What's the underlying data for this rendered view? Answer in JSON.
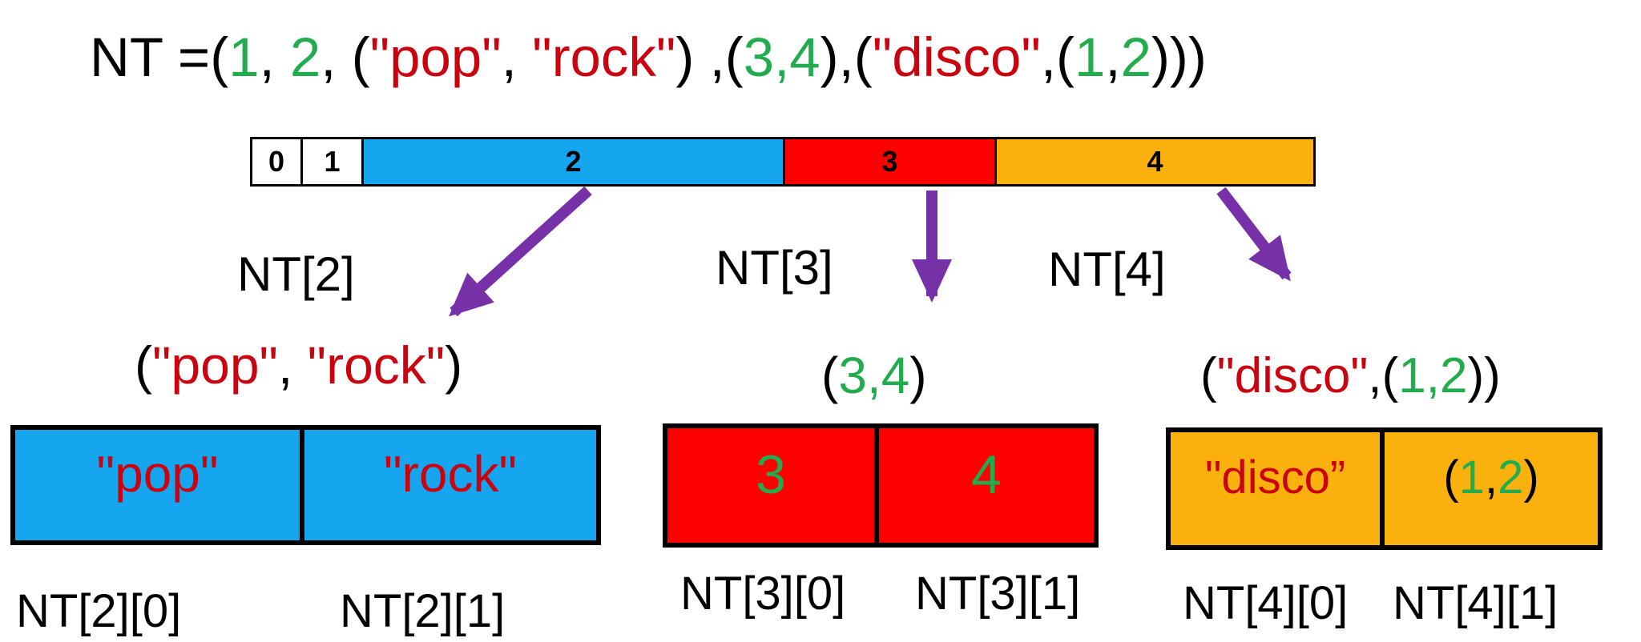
{
  "colors": {
    "cell_blue": "#16A6F0",
    "cell_red": "#FF0000",
    "cell_orange": "#FBB10D",
    "arrow_purple": "#7630A8",
    "text_green": "#22AC4E",
    "text_red": "#C90310",
    "text_black": "#000000",
    "background": "#FFFFFF"
  },
  "title": {
    "segments": [
      {
        "text": "NT =(",
        "color": "black"
      },
      {
        "text": "1",
        "color": "green"
      },
      {
        "text": ", ",
        "color": "black"
      },
      {
        "text": "2",
        "color": "green"
      },
      {
        "text": ", (",
        "color": "black"
      },
      {
        "text": "\"pop\"",
        "color": "red"
      },
      {
        "text": ", ",
        "color": "black"
      },
      {
        "text": "\"rock\"",
        "color": "red"
      },
      {
        "text": ") ,(",
        "color": "black"
      },
      {
        "text": "3,4",
        "color": "green"
      },
      {
        "text": "),(",
        "color": "black"
      },
      {
        "text": "\"disco\"",
        "color": "red"
      },
      {
        "text": ",(",
        "color": "black"
      },
      {
        "text": "1",
        "color": "green"
      },
      {
        "text": ",",
        "color": "black"
      },
      {
        "text": "2",
        "color": "green"
      },
      {
        "text": ")))",
        "color": "black"
      }
    ]
  },
  "bar": {
    "cells": [
      {
        "label": "0",
        "fill": "white"
      },
      {
        "label": "1",
        "fill": "white"
      },
      {
        "label": "2",
        "fill": "blue"
      },
      {
        "label": "3",
        "fill": "red"
      },
      {
        "label": "4",
        "fill": "orange"
      }
    ]
  },
  "index_labels": {
    "nt2": "NT[2]",
    "nt3": "NT[3]",
    "nt4": "NT[4]"
  },
  "subtuples": {
    "pop_rock": {
      "segments": [
        {
          "text": "(",
          "color": "black"
        },
        {
          "text": "\"pop\"",
          "color": "red"
        },
        {
          "text": ", ",
          "color": "black"
        },
        {
          "text": "\"rock\"",
          "color": "red"
        },
        {
          "text": ")",
          "color": "black"
        }
      ]
    },
    "three_four": {
      "segments": [
        {
          "text": "(",
          "color": "black"
        },
        {
          "text": "3,4",
          "color": "green"
        },
        {
          "text": ")",
          "color": "black"
        }
      ]
    },
    "disco": {
      "segments": [
        {
          "text": "(",
          "color": "black"
        },
        {
          "text": "\"disco\"",
          "color": "red"
        },
        {
          "text": ",(",
          "color": "black"
        },
        {
          "text": "1,2",
          "color": "green"
        },
        {
          "text": "))",
          "color": "black"
        }
      ]
    }
  },
  "boxes": {
    "nt2": {
      "cells": [
        {
          "segments": [
            {
              "text": "\"pop\"",
              "color": "red"
            }
          ]
        },
        {
          "segments": [
            {
              "text": "\"rock\"",
              "color": "red"
            }
          ]
        }
      ],
      "labels": [
        "NT[2][0]",
        "NT[2][1]"
      ]
    },
    "nt3": {
      "cells": [
        {
          "segments": [
            {
              "text": "3",
              "color": "green"
            }
          ]
        },
        {
          "segments": [
            {
              "text": "4",
              "color": "green"
            }
          ]
        }
      ],
      "labels": [
        "NT[3][0]",
        "NT[3][1]"
      ]
    },
    "nt4": {
      "cells": [
        {
          "segments": [
            {
              "text": "\"disco”",
              "color": "red"
            }
          ]
        },
        {
          "segments": [
            {
              "text": "(",
              "color": "black"
            },
            {
              "text": "1",
              "color": "green"
            },
            {
              "text": ",",
              "color": "black"
            },
            {
              "text": "2",
              "color": "green"
            },
            {
              "text": ")",
              "color": "black"
            }
          ]
        }
      ],
      "labels": [
        "NT[4][0]",
        "NT[4][1]"
      ]
    }
  }
}
